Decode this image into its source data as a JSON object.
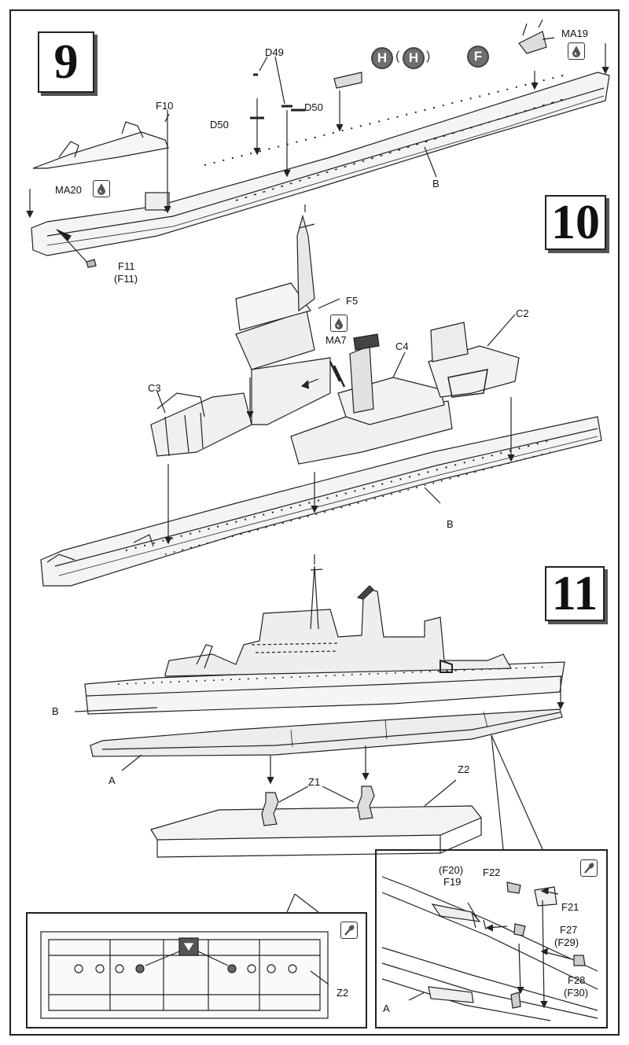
{
  "steps": {
    "s9": "9",
    "s10": "10",
    "s11": "11"
  },
  "step9": {
    "d49": "D49",
    "d50a": "D50",
    "d50b": "D50",
    "h1": "H",
    "h2": "H",
    "paren_open": "(",
    "paren_close": ")",
    "f": "F",
    "ma19": "MA19",
    "f10": "F10",
    "ma20": "MA20",
    "b": "B",
    "f11": "F11",
    "f11p": "(F11)"
  },
  "step10": {
    "f5": "F5",
    "ma7": "MA7",
    "c2": "C2",
    "c3": "C3",
    "c4": "C4",
    "b": "B"
  },
  "step11": {
    "b": "B",
    "a": "A",
    "z1": "Z1",
    "z2": "Z2"
  },
  "detail_right": {
    "f20": "(F20)",
    "f19": "F19",
    "f22": "F22",
    "f21": "F21",
    "f27": "F27",
    "f29": "(F29)",
    "f28": "F28",
    "f30": "(F30)",
    "a": "A"
  },
  "detail_left": {
    "z2": "Z2"
  },
  "icons": {
    "paint_drop": "paint-drop-icon",
    "glue_brush": "glue-brush-icon"
  },
  "colors": {
    "ink": "#111111",
    "circle_fill": "#6e6e6e"
  }
}
